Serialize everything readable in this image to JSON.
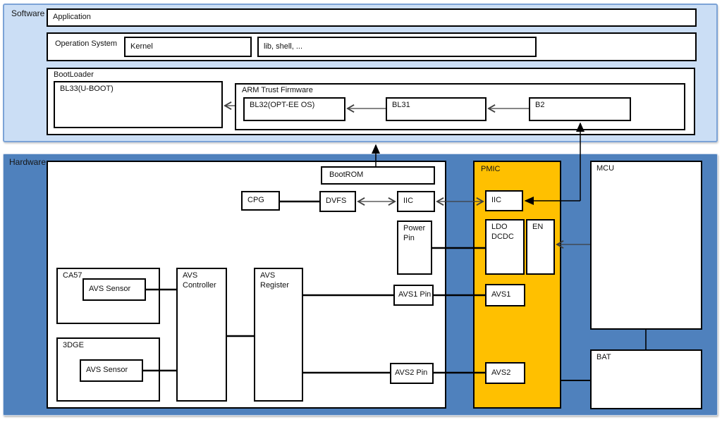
{
  "software": {
    "label": "Software",
    "application": "Application",
    "os": {
      "label": "Operation System",
      "kernel": "Kernel",
      "lib_shell": "lib, shell, ..."
    },
    "bootloader": {
      "label": "BootLoader",
      "bl33": "BL33(U-BOOT)",
      "atf": {
        "label": "ARM Trust Firmware",
        "bl32": "BL32(OPT-EE OS)",
        "bl31": "BL31",
        "b2": "B2"
      }
    }
  },
  "hardware": {
    "label": "Hardware",
    "soc": {
      "bootrom": "BootROM",
      "cpg": "CPG",
      "dvfs": "DVFS",
      "iic": "IIC",
      "power_pin": "Power\nPin",
      "ca57": {
        "label": "CA57",
        "avs_sensor": "AVS Sensor"
      },
      "threedge": {
        "label": "3DGE",
        "avs_sensor": "AVS Sensor"
      },
      "avs_controller": "AVS\nController",
      "avs_register": "AVS\nRegister",
      "avs1_pin": "AVS1 Pin",
      "avs2_pin": "AVS2 Pin"
    },
    "pmic": {
      "label": "PMIC",
      "iic": "IIC",
      "ldo_dcdc": "LDO\nDCDC",
      "en": "EN",
      "avs1": "AVS1",
      "avs2": "AVS2"
    },
    "mcu": "MCU",
    "bat": "BAT"
  },
  "colors": {
    "software_bg": "#cbdef5",
    "software_border": "#7ca3d6",
    "hardware_bg": "#4f81bd",
    "pmic_bg": "#ffc000",
    "box_border": "#000000"
  }
}
